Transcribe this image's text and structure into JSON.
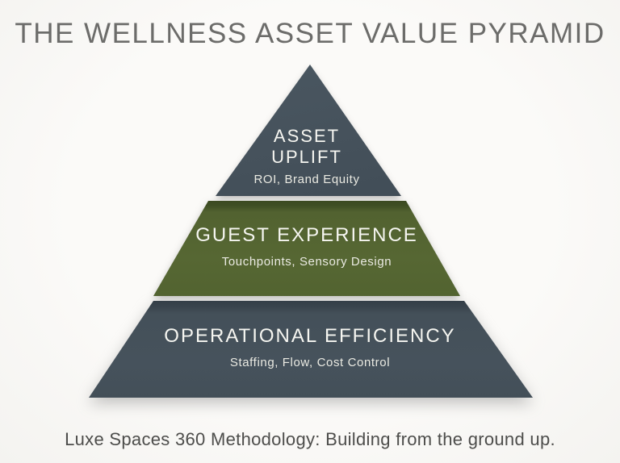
{
  "title": "THE WELLNESS ASSET VALUE PYRAMID",
  "caption": "Luxe Spaces 360 Methodology: Building from the ground up.",
  "colors": {
    "background": "#f8f7f4",
    "slate": "#46525c",
    "slate_dark_band": "#39444d",
    "green": "#566733",
    "green_dark_band": "#3f4e24",
    "title_text": "#6c6c6a",
    "caption_text": "#4d4d4b",
    "tier_text": "#f5f5f0"
  },
  "pyramid": {
    "tiers": [
      {
        "id": "asset-uplift",
        "label_lines": [
          "ASSET",
          "UPLIFT"
        ],
        "sublabel": "ROI, Brand Equity",
        "color": "#46525c"
      },
      {
        "id": "guest-experience",
        "label": "GUEST EXPERIENCE",
        "sublabel": "Touchpoints, Sensory Design",
        "color": "#566733"
      },
      {
        "id": "operational-efficiency",
        "label": "OPERATIONAL EFFICIENCY",
        "sublabel": "Staffing, Flow, Cost Control",
        "color": "#46525c"
      }
    ]
  }
}
